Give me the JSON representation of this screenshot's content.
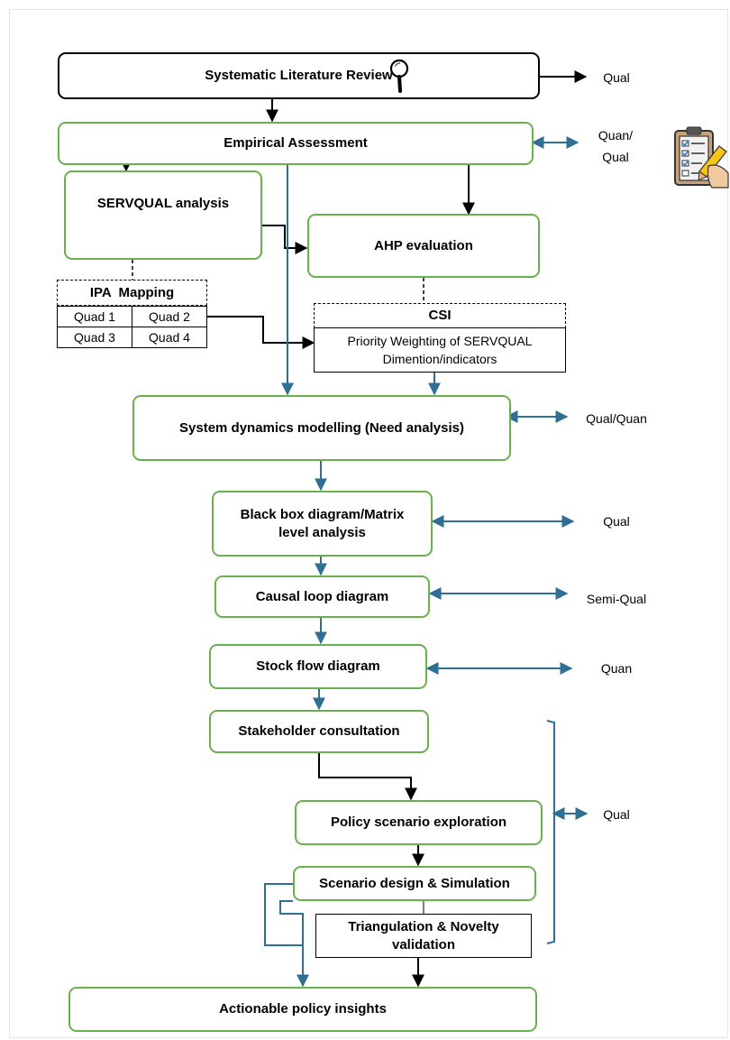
{
  "nodes": {
    "slr": "Systematic Literature Review",
    "empirical": "Empirical Assessment",
    "servqual": "SERVQUAL analysis",
    "ahp": "AHP evaluation",
    "ipa_title": "IPA  Mapping",
    "quads": [
      "Quad 1",
      "Quad 2",
      "Quad 3",
      "Quad 4"
    ],
    "csi_title": "CSI",
    "csi_body_1": "Priority Weighting of SERVQUAL",
    "csi_body_2": "Dimention/indicators",
    "sdm": "System dynamics modelling (Need analysis)",
    "blackbox_1": "Black box diagram/Matrix",
    "blackbox_2": "level analysis",
    "cld": "Causal loop diagram",
    "sfd": "Stock flow diagram",
    "stakeholder": "Stakeholder consultation",
    "policy": "Policy scenario exploration",
    "scenario": "Scenario design & Simulation",
    "triang_1": "Triangulation & Novelty",
    "triang_2": "validation",
    "actionable": "Actionable policy insights"
  },
  "side_labels": {
    "slr": "Qual",
    "empirical_1": "Quan/",
    "empirical_2": "Qual",
    "sdm": "Qual/Quan",
    "blackbox": "Qual",
    "cld": "Semi-Qual",
    "sfd": "Quan",
    "bracket": "Qual"
  },
  "icons": [
    "magnifier-icon",
    "checklist-icon"
  ],
  "colors": {
    "green": "#6ab04c",
    "blue": "#2f6f96",
    "black": "#000000"
  }
}
